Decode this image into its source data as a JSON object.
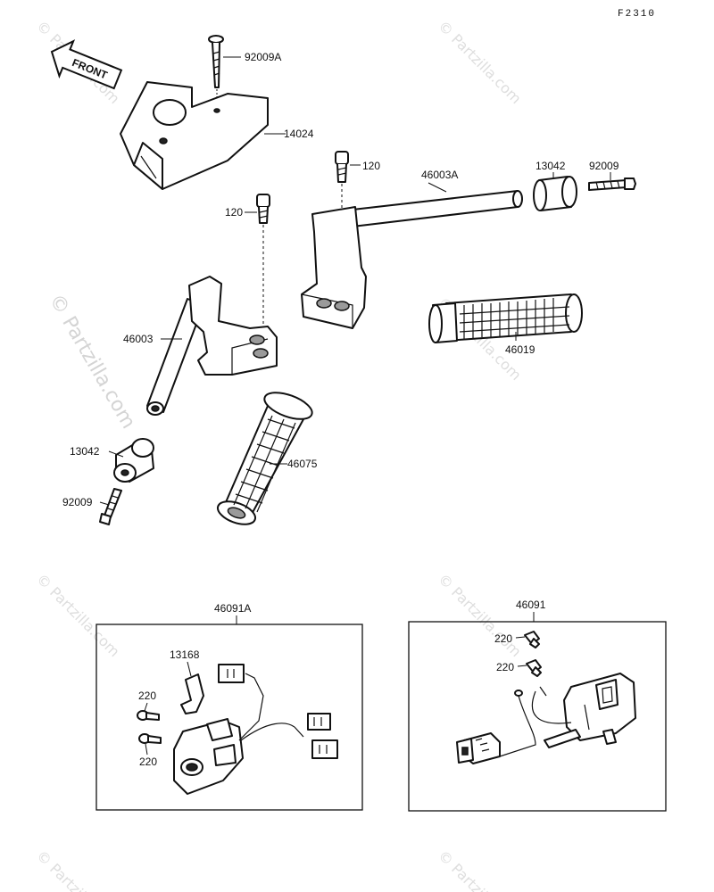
{
  "diagram_code": "F2310",
  "front_arrow_text": "FRONT",
  "watermark": "© Partzilla.com",
  "labels": {
    "p92009A": "92009A",
    "p14024": "14024",
    "p120_right": "120",
    "p46003A": "46003A",
    "p13042_right": "13042",
    "p92009_right": "92009",
    "p120_left": "120",
    "p46003": "46003",
    "p46019": "46019",
    "p13042_left": "13042",
    "p46075": "46075",
    "p92009_left": "92009",
    "p46091A": "46091A",
    "p13168": "13168",
    "p220_a": "220",
    "p220_b": "220",
    "p46091": "46091",
    "p220_c": "220",
    "p220_d": "220"
  }
}
